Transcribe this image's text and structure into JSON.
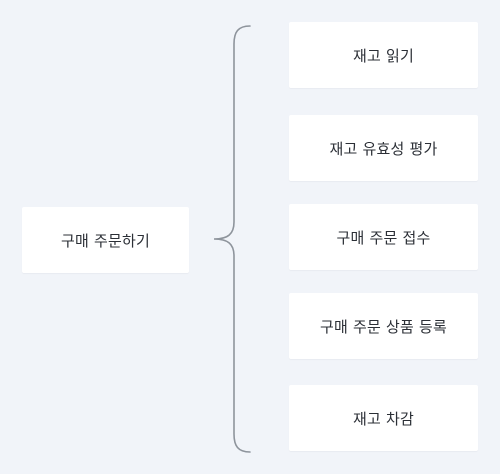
{
  "diagram": {
    "root": {
      "label": "구매 주문하기"
    },
    "children": [
      {
        "label": "재고 읽기"
      },
      {
        "label": "재고 유효성 평가"
      },
      {
        "label": "구매 주문 접수"
      },
      {
        "label": "구매 주문 상품 등록"
      },
      {
        "label": "재고 차감"
      }
    ]
  },
  "colors": {
    "background": "#f1f4f9",
    "node_fill": "#ffffff",
    "text": "#2b2f36",
    "connector": "#8e949c"
  }
}
